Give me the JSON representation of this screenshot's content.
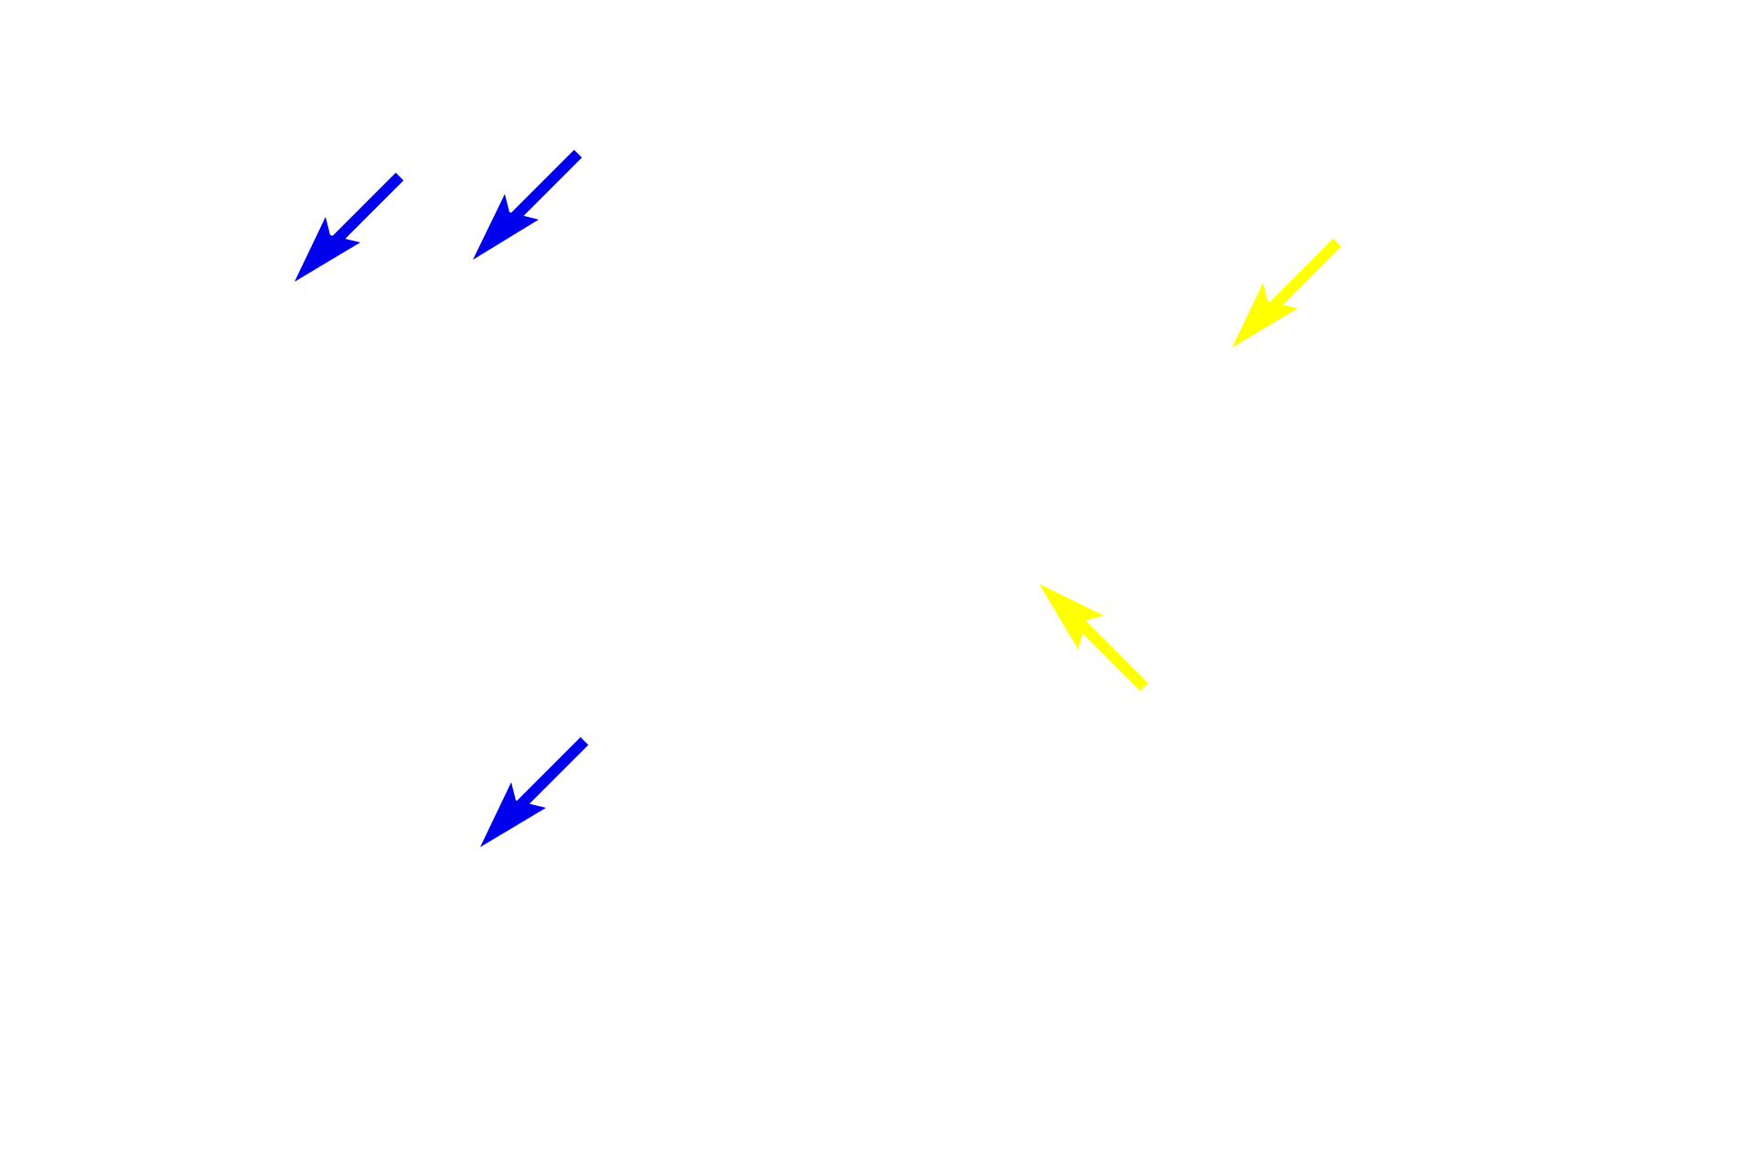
{
  "canvas": {
    "background": "#ffffff"
  },
  "colors": {
    "blue": "#0000ee",
    "yellow": "#ffff00"
  },
  "arrows": [
    {
      "id": "blue-1",
      "color": "blue",
      "direction": "down-left"
    },
    {
      "id": "blue-2",
      "color": "blue",
      "direction": "down-left"
    },
    {
      "id": "yellow-1",
      "color": "yellow",
      "direction": "down-left"
    },
    {
      "id": "yellow-2",
      "color": "yellow",
      "direction": "up-left"
    },
    {
      "id": "blue-3",
      "color": "blue",
      "direction": "down-left"
    }
  ]
}
